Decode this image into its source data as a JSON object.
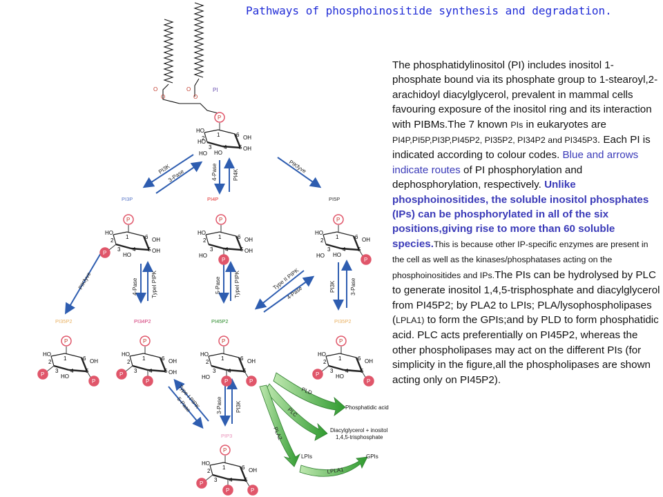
{
  "title": "Pathways of phosphoinositide synthesis and degradation.",
  "description": {
    "p1": "The phosphatidylinositol (PI) includes inositol 1-phosphate bound via its phosphate group to 1-stearoyl,2-arachidoyl diacylglycerol, prevalent in mammal cells favouring exposure of the inositol ring and its interaction with PIBMs.The 7 known ",
    "p2_small": "PIs",
    "p3": " in eukaryotes are ",
    "p4_small": "PI4P,PI5P,PI3P,PI45P2, PI35P2, PI34P2 and PI345P3",
    "p5": ". Each PI is indicated according to colour codes. ",
    "p6_blue": "Blue and arrows indicate routes ",
    "p7": "of PI phosphorylation and dephosphorylation, respectively. ",
    "p8_bold": "Unlike phosphoinositides, the soluble inositol phosphates (IPs) can be phosphorylated in all of the six positions,giving rise to more than 60 soluble species.",
    "p9_small": "This is because other IP-specific enzymes are present in the cell as well as the kinases/phosphatases acting on the phosphoinositides and IPs.",
    "p10": "The PIs can be hydrolysed by PLC to generate inositol 1,4,5-trisphosphate and diacylglycerol from PI45P2; by PLA2 to LPIs; PLA/lysophospholipases (",
    "p11_small": "LPLA1)",
    "p12": " to form the GPIs;and by PLD to form phosphatidic acid. PLC acts preferentially on PI45P2, whereas the other phospholipases may act on the different PIs (for simplicity in the figure,all the phospholipases are shown acting only on PI45P2)."
  },
  "molecules": {
    "pi": "PI",
    "pi3p": "PI3P",
    "pi4p": "PI4P",
    "pi5p": "PI5P",
    "pi35p2_left": "PI35P2",
    "pi34p2": "PI34P2",
    "pi45p2": "PI45P2",
    "pi35p2_right": "PI35P2",
    "pip3": "PIP3"
  },
  "ring_labels": {
    "p": "P",
    "ho": "HO",
    "oh": "OH",
    "n1": "1",
    "n2": "2",
    "n3": "3",
    "n4": "4",
    "n5": "5",
    "n6": "6",
    "o": "O"
  },
  "enzymes": {
    "pi3k": "PI3K",
    "three_pase": "3-Pase",
    "four_pase": "4-Pase",
    "pi4k": "PI4K",
    "pikfyve": "PIKfyve",
    "typeI_pipk": "TypeI PIPK",
    "five_pase": "5-Pase",
    "typeII_pipk": "Type II PIPK",
    "typeI_pipk_b": "Type I PIPK",
    "pld": "PLD",
    "plc": "PLC",
    "pla2": "PLA2",
    "lpla1": "LPLA1"
  },
  "products": {
    "phosphatidic": "Phosphatidic acid",
    "dag_line1": "Diacylglycerol + inositol",
    "dag_line2": "1,4,5-trisphosphate",
    "lpis": "LPIs",
    "gpis": "GPIs"
  },
  "colors": {
    "title": "#1f2bd6",
    "blue_arrow": "#2e5db0",
    "p_circle": "#e0566a",
    "green_arrow": "#3fae3f",
    "pi4p_label": "#e03030",
    "pi3p_label": "#5a78c8",
    "pi34p2_label": "#d03070",
    "pi45p2_label": "#2a8a2a",
    "pi35p2_label": "#e8b060",
    "pip3_label": "#e890b8",
    "pi_label": "#6a50b0"
  }
}
